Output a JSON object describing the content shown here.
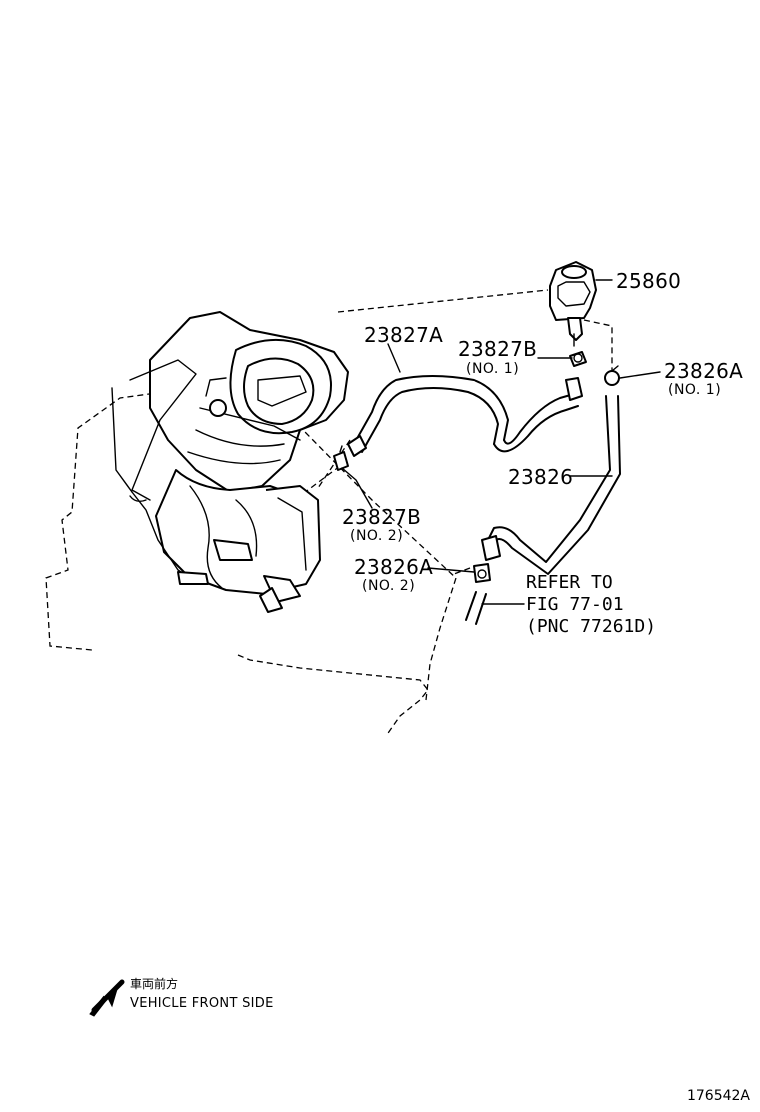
{
  "callouts": {
    "p25860": "25860",
    "p23827A": "23827A",
    "p23827B_1": "23827B",
    "p23827B_1_sub": "(NO. 1)",
    "p23826A_1": "23826A",
    "p23826A_1_sub": "(NO. 1)",
    "p23826": "23826",
    "p23827B_2": "23827B",
    "p23827B_2_sub": "(NO. 2)",
    "p23826A_2": "23826A",
    "p23826A_2_sub": "(NO. 2)"
  },
  "reference": {
    "line1": "REFER TO",
    "line2": "FIG 77-01",
    "line3": "(PNC 77261D)"
  },
  "legend": {
    "jp": "車両前方",
    "en": "VEHICLE FRONT SIDE"
  },
  "illustration_code": "176542A"
}
